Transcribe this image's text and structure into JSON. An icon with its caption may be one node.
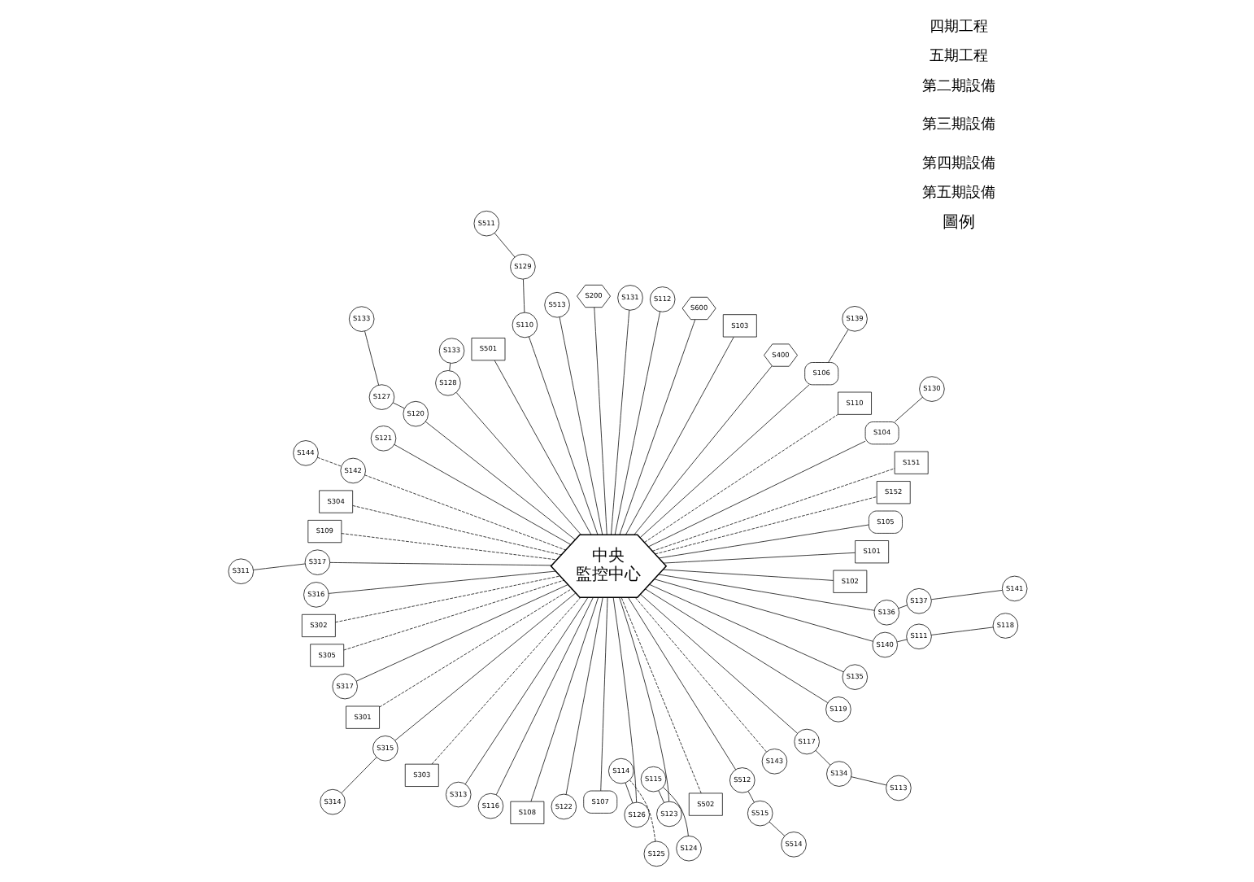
{
  "diagram": {
    "nodes": [
      {
        "text": [
          "中央",
          "監控中心"
        ]
      },
      {
        "text": [
          "S112"
        ]
      },
      {
        "text": [
          "S131"
        ]
      },
      {
        "text": [
          "S200"
        ]
      },
      {
        "text": [
          "S513"
        ]
      },
      {
        "text": [
          "S514"
        ]
      },
      {
        "text": [
          "S515"
        ]
      },
      {
        "text": [
          "S129"
        ]
      },
      {
        "text": [
          "S511"
        ]
      },
      {
        "text": [
          "S110"
        ]
      },
      {
        "text": [
          "S501"
        ]
      },
      {
        "text": [
          "S133"
        ]
      },
      {
        "text": [
          "S128"
        ]
      },
      {
        "text": [
          "S133"
        ]
      },
      {
        "text": [
          "S127"
        ]
      },
      {
        "text": [
          "S144"
        ]
      },
      {
        "text": [
          "S120"
        ]
      },
      {
        "text": [
          "S121"
        ]
      },
      {
        "text": [
          "S142"
        ]
      },
      {
        "text": [
          "S304"
        ]
      },
      {
        "text": [
          "S109"
        ]
      },
      {
        "text": [
          "S311"
        ]
      },
      {
        "text": [
          "S317"
        ]
      },
      {
        "text": [
          "S316"
        ]
      },
      {
        "text": [
          "S302"
        ]
      },
      {
        "text": [
          "S305"
        ]
      },
      {
        "text": [
          "S317"
        ]
      },
      {
        "text": [
          "S314"
        ]
      },
      {
        "text": [
          "S301"
        ]
      },
      {
        "text": [
          "S315"
        ]
      },
      {
        "text": [
          "S303"
        ]
      },
      {
        "text": [
          "S313"
        ]
      },
      {
        "text": [
          "S116"
        ]
      },
      {
        "text": [
          "S108"
        ]
      },
      {
        "text": [
          "S122"
        ]
      },
      {
        "text": [
          "S107"
        ]
      },
      {
        "text": [
          "S124"
        ]
      },
      {
        "text": [
          "S125"
        ]
      },
      {
        "text": [
          "S114"
        ]
      },
      {
        "text": [
          "S115"
        ]
      },
      {
        "text": [
          "S126"
        ]
      },
      {
        "text": [
          "S123"
        ]
      },
      {
        "text": [
          "S502"
        ]
      },
      {
        "text": [
          "S512"
        ]
      },
      {
        "text": [
          "S113"
        ]
      },
      {
        "text": [
          "S143"
        ]
      },
      {
        "text": [
          "S118"
        ]
      },
      {
        "text": [
          "S134"
        ]
      },
      {
        "text": [
          "S117"
        ]
      },
      {
        "text": [
          "S111"
        ]
      },
      {
        "text": [
          "S119"
        ]
      },
      {
        "text": [
          "S135"
        ]
      },
      {
        "text": [
          "S140"
        ]
      },
      {
        "text": [
          "S137"
        ]
      },
      {
        "text": [
          "S136"
        ]
      },
      {
        "text": [
          "S141"
        ]
      },
      {
        "text": [
          "S102"
        ]
      },
      {
        "text": [
          "S101"
        ]
      },
      {
        "text": [
          "S105"
        ]
      },
      {
        "text": [
          "S152"
        ]
      },
      {
        "text": [
          "S151"
        ]
      },
      {
        "text": [
          "S104"
        ]
      },
      {
        "text": [
          "S130"
        ]
      },
      {
        "text": [
          "S110"
        ]
      },
      {
        "text": [
          "S106"
        ]
      },
      {
        "text": [
          "S139"
        ]
      },
      {
        "text": [
          "S400"
        ]
      },
      {
        "text": [
          "S103"
        ]
      },
      {
        "text": [
          "S600"
        ]
      }
    ],
    "edges": [
      {
        "from": 5,
        "to": 6,
        "arrow": "none"
      },
      {
        "from": 6,
        "to": 43,
        "arrow": "none"
      },
      {
        "from": 43,
        "to": 0,
        "arrow": "none"
      },
      {
        "from": 4,
        "to": 0,
        "arrow": "none"
      },
      {
        "from": 1,
        "to": 0,
        "arrow": "none"
      },
      {
        "from": 2,
        "to": 0,
        "arrow": "none"
      },
      {
        "from": 3,
        "to": 0,
        "arrow": "none"
      },
      {
        "from": 8,
        "to": 7,
        "arrow": "none"
      },
      {
        "from": 7,
        "to": 9,
        "arrow": "none"
      },
      {
        "from": 9,
        "to": 0,
        "arrow": "none"
      },
      {
        "from": 11,
        "to": 12,
        "arrow": "none"
      },
      {
        "from": 12,
        "to": 0,
        "arrow": "none"
      },
      {
        "from": 15,
        "to": 18,
        "arrow": "none",
        "style": "dashed"
      },
      {
        "from": 18,
        "to": 0,
        "arrow": "none",
        "style": "dashed"
      },
      {
        "from": 13,
        "to": 14,
        "arrow": "none"
      },
      {
        "from": 14,
        "to": 16,
        "arrow": "none"
      },
      {
        "from": 16,
        "to": 0,
        "arrow": "none"
      },
      {
        "from": 17,
        "to": 0,
        "arrow": "none"
      },
      {
        "from": 10,
        "to": 0,
        "arrow": "none"
      },
      {
        "from": 42,
        "to": 0,
        "arrow": "none",
        "style": "dashed"
      },
      {
        "from": 44,
        "to": 47,
        "arrow": "none"
      },
      {
        "from": 47,
        "to": 48,
        "arrow": "none"
      },
      {
        "from": 48,
        "to": 0,
        "arrow": "none"
      },
      {
        "from": 45,
        "to": 0,
        "arrow": "none",
        "style": "dashed"
      },
      {
        "from": 46,
        "to": 49,
        "arrow": "none"
      },
      {
        "from": 49,
        "to": 52,
        "arrow": "none"
      },
      {
        "from": 52,
        "to": 0,
        "arrow": "none"
      },
      {
        "from": 50,
        "to": 0,
        "arrow": "none"
      },
      {
        "from": 51,
        "to": 0,
        "arrow": "none"
      },
      {
        "from": 53,
        "to": 54,
        "arrow": "none"
      },
      {
        "from": 54,
        "to": 0,
        "arrow": "none"
      },
      {
        "from": 53,
        "to": 55,
        "arrow": "none"
      },
      {
        "from": 56,
        "to": 0,
        "arrow": "none"
      },
      {
        "from": 0,
        "to": 57,
        "arrow": "none"
      },
      {
        "from": 0,
        "to": 58,
        "arrow": "none"
      },
      {
        "from": 0,
        "to": 59,
        "arrow": "none",
        "style": "dashed"
      },
      {
        "from": 0,
        "to": 60,
        "arrow": "none",
        "style": "dashed"
      },
      {
        "from": 0,
        "to": 61,
        "arrow": "none"
      },
      {
        "from": 61,
        "to": 62,
        "arrow": "none"
      },
      {
        "from": 0,
        "to": 63,
        "arrow": "none",
        "style": "dashed"
      },
      {
        "from": 0,
        "to": 64,
        "arrow": "none"
      },
      {
        "from": 64,
        "to": 65,
        "arrow": "none"
      },
      {
        "from": 0,
        "to": 66,
        "arrow": "none"
      },
      {
        "from": 0,
        "to": 67,
        "arrow": "none"
      },
      {
        "from": 0,
        "to": 68,
        "arrow": "none"
      },
      {
        "from": 19,
        "to": 0,
        "arrow": "none",
        "style": "dashed"
      },
      {
        "from": 20,
        "to": 0,
        "arrow": "none",
        "style": "dashed"
      },
      {
        "from": 21,
        "to": 22,
        "arrow": "none"
      },
      {
        "from": 22,
        "to": 0,
        "arrow": "none"
      },
      {
        "from": 23,
        "to": 0,
        "arrow": "none"
      },
      {
        "from": 24,
        "to": 0,
        "arrow": "none",
        "style": "dashed"
      },
      {
        "from": 25,
        "to": 0,
        "arrow": "none",
        "style": "dashed"
      },
      {
        "from": 27,
        "to": 29,
        "arrow": "none"
      },
      {
        "from": 29,
        "to": 0,
        "arrow": "none"
      },
      {
        "from": 26,
        "to": 0,
        "arrow": "none"
      },
      {
        "from": 28,
        "to": 0,
        "arrow": "none",
        "style": "dashed"
      },
      {
        "from": 30,
        "to": 0,
        "arrow": "none",
        "style": "dashed"
      },
      {
        "from": 31,
        "to": 0,
        "arrow": "none"
      },
      {
        "from": 32,
        "to": 0,
        "arrow": "none"
      },
      {
        "from": 33,
        "to": 0,
        "arrow": "none"
      },
      {
        "from": 34,
        "to": 0,
        "arrow": "none"
      },
      {
        "from": 35,
        "to": 0,
        "arrow": "none"
      },
      {
        "from": 36,
        "to": 39,
        "arrow": "none"
      },
      {
        "from": 37,
        "to": 38,
        "arrow": "none",
        "style": "dashed"
      },
      {
        "from": 38,
        "to": 40,
        "arrow": "none"
      },
      {
        "from": 40,
        "to": 0,
        "arrow": "none"
      },
      {
        "from": 39,
        "to": 41,
        "arrow": "none"
      },
      {
        "from": 41,
        "to": 0,
        "arrow": "none"
      }
    ],
    "labels": [
      "圖例"
    ],
    "legend": [
      {
        "text": "四期工程"
      },
      {
        "text": "五期工程"
      },
      {
        "text": "第二期設備"
      },
      {
        "text": "第三期設備"
      },
      {
        "text": "第四期設備"
      },
      {
        "text": "第五期設備"
      }
    ]
  }
}
